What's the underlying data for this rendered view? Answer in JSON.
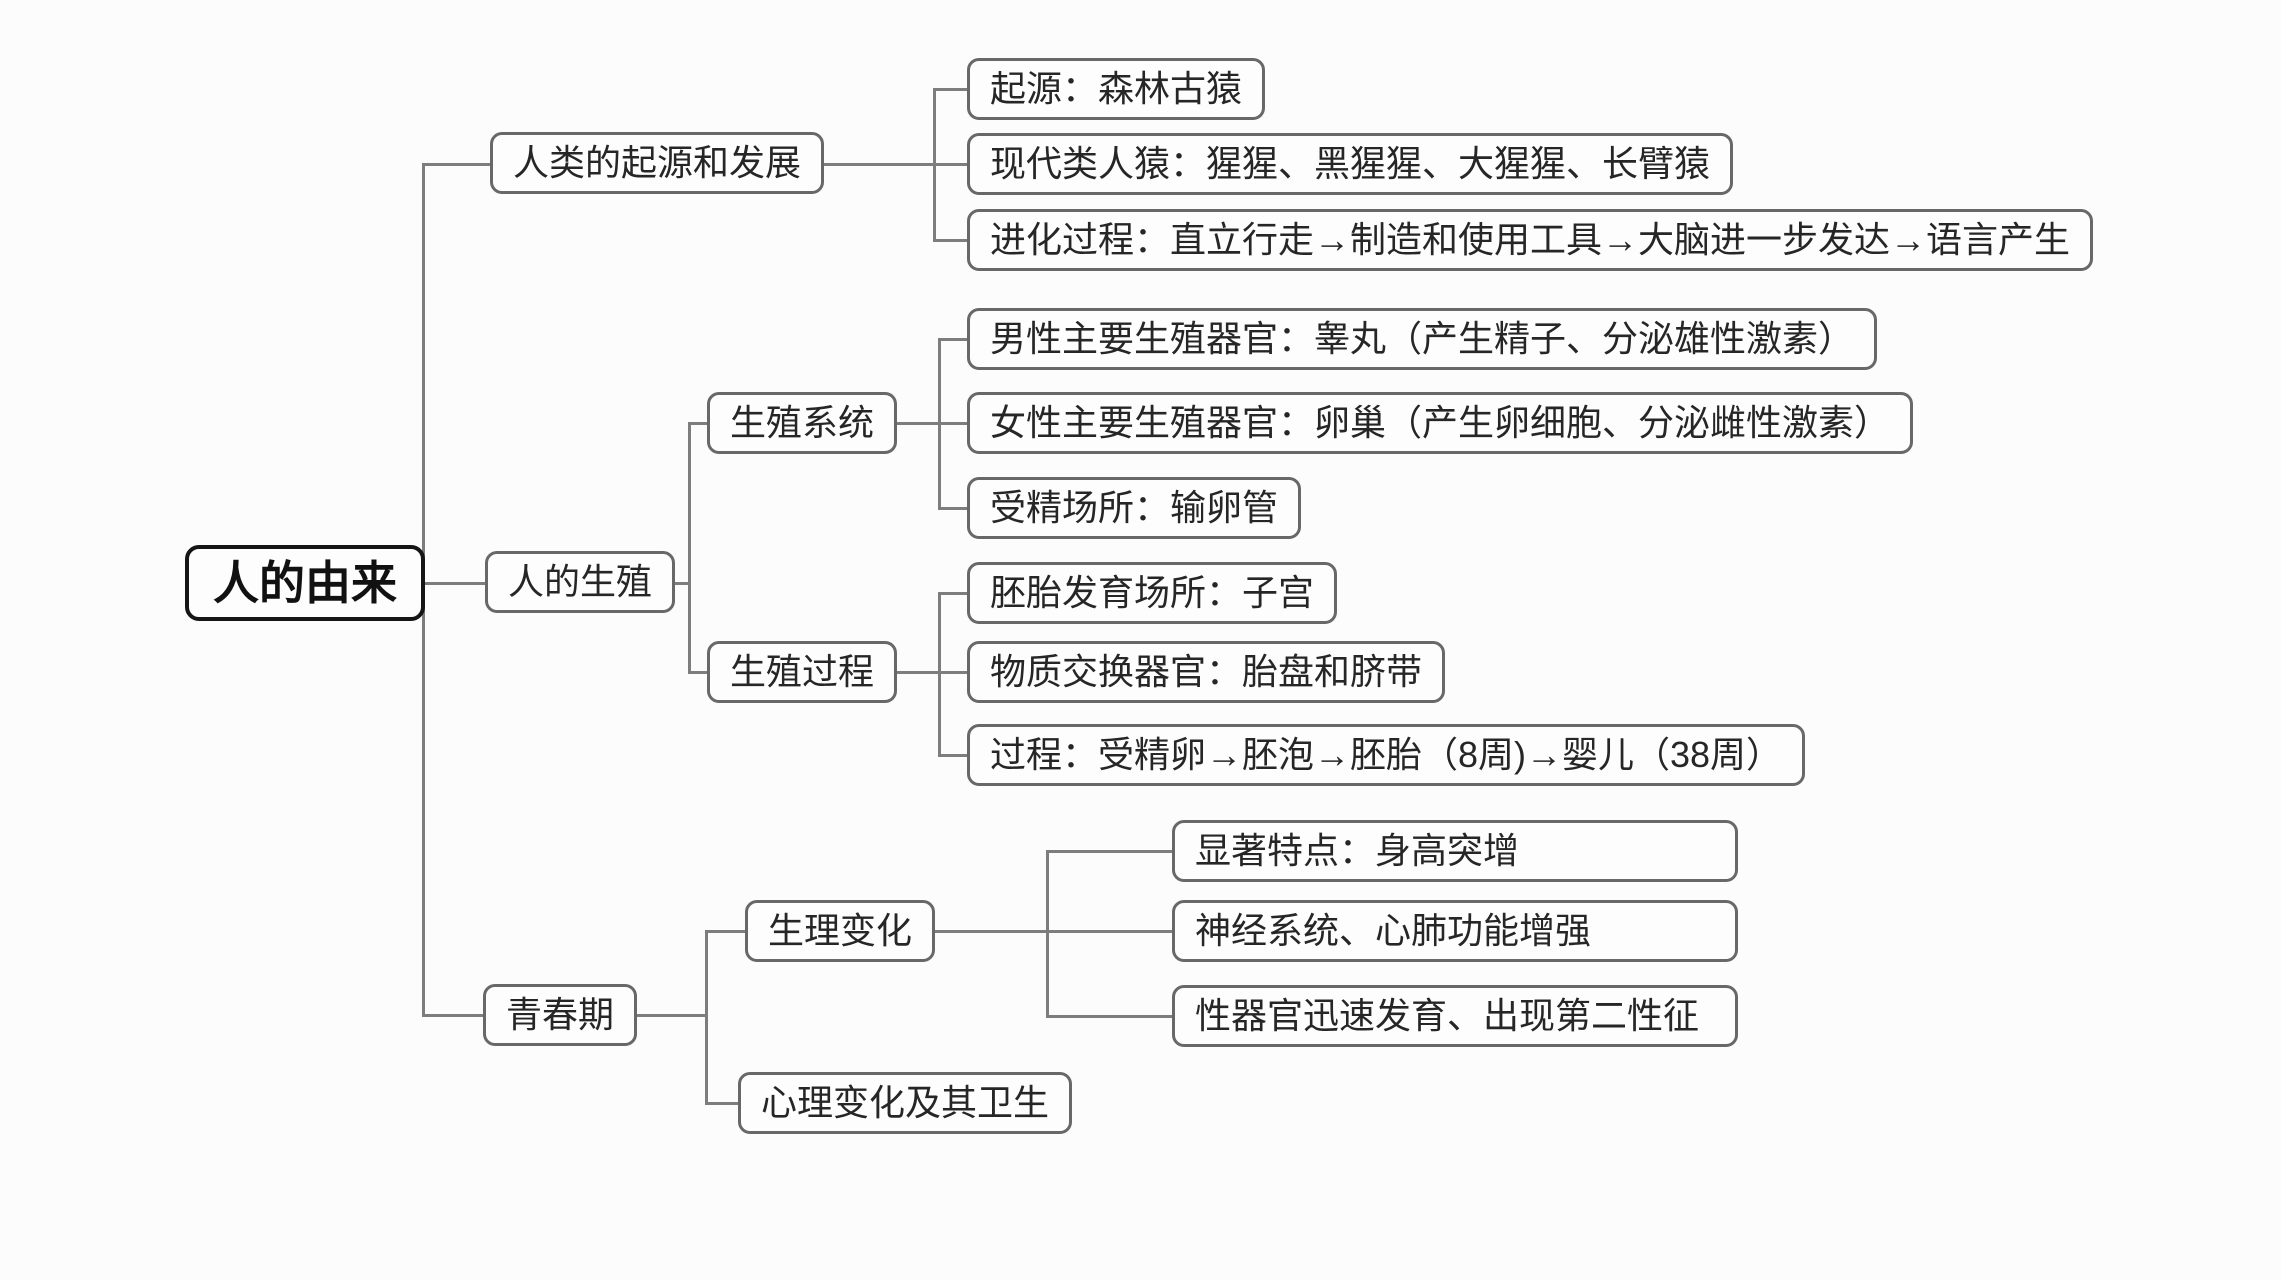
{
  "diagram": {
    "type": "mindmap",
    "topic": "人的由来",
    "colors": {
      "background": "#fcfcfc",
      "node_border": "#686868",
      "root_border": "#151515",
      "connector_line": "#7d7d7d",
      "text": "#262626"
    },
    "root": {
      "label": "人的由来"
    },
    "branches": [
      {
        "label": "人类的起源和发展",
        "children": [
          {
            "label": "起源：森林古猿"
          },
          {
            "label": "现代类人猿：猩猩、黑猩猩、大猩猩、长臂猿"
          },
          {
            "label": "进化过程：直立行走→制造和使用工具→大脑进一步发达→语言产生"
          }
        ]
      },
      {
        "label": "人的生殖",
        "children": [
          {
            "label": "生殖系统",
            "children": [
              {
                "label": "男性主要生殖器官：睾丸（产生精子、分泌雄性激素）"
              },
              {
                "label": "女性主要生殖器官：卵巢（产生卵细胞、分泌雌性激素）"
              },
              {
                "label": "受精场所：输卵管"
              }
            ]
          },
          {
            "label": "生殖过程",
            "children": [
              {
                "label": "胚胎发育场所：子宫"
              },
              {
                "label": "物质交换器官：胎盘和脐带"
              },
              {
                "label": "过程：受精卵→胚泡→胚胎（8周)→婴儿（38周）"
              }
            ]
          }
        ]
      },
      {
        "label": "青春期",
        "children": [
          {
            "label": "生理变化",
            "children": [
              {
                "label": "显著特点：身高突增"
              },
              {
                "label": "神经系统、心肺功能增强"
              },
              {
                "label": "性器官迅速发育、出现第二性征"
              }
            ]
          },
          {
            "label": "心理变化及其卫生"
          }
        ]
      }
    ]
  }
}
